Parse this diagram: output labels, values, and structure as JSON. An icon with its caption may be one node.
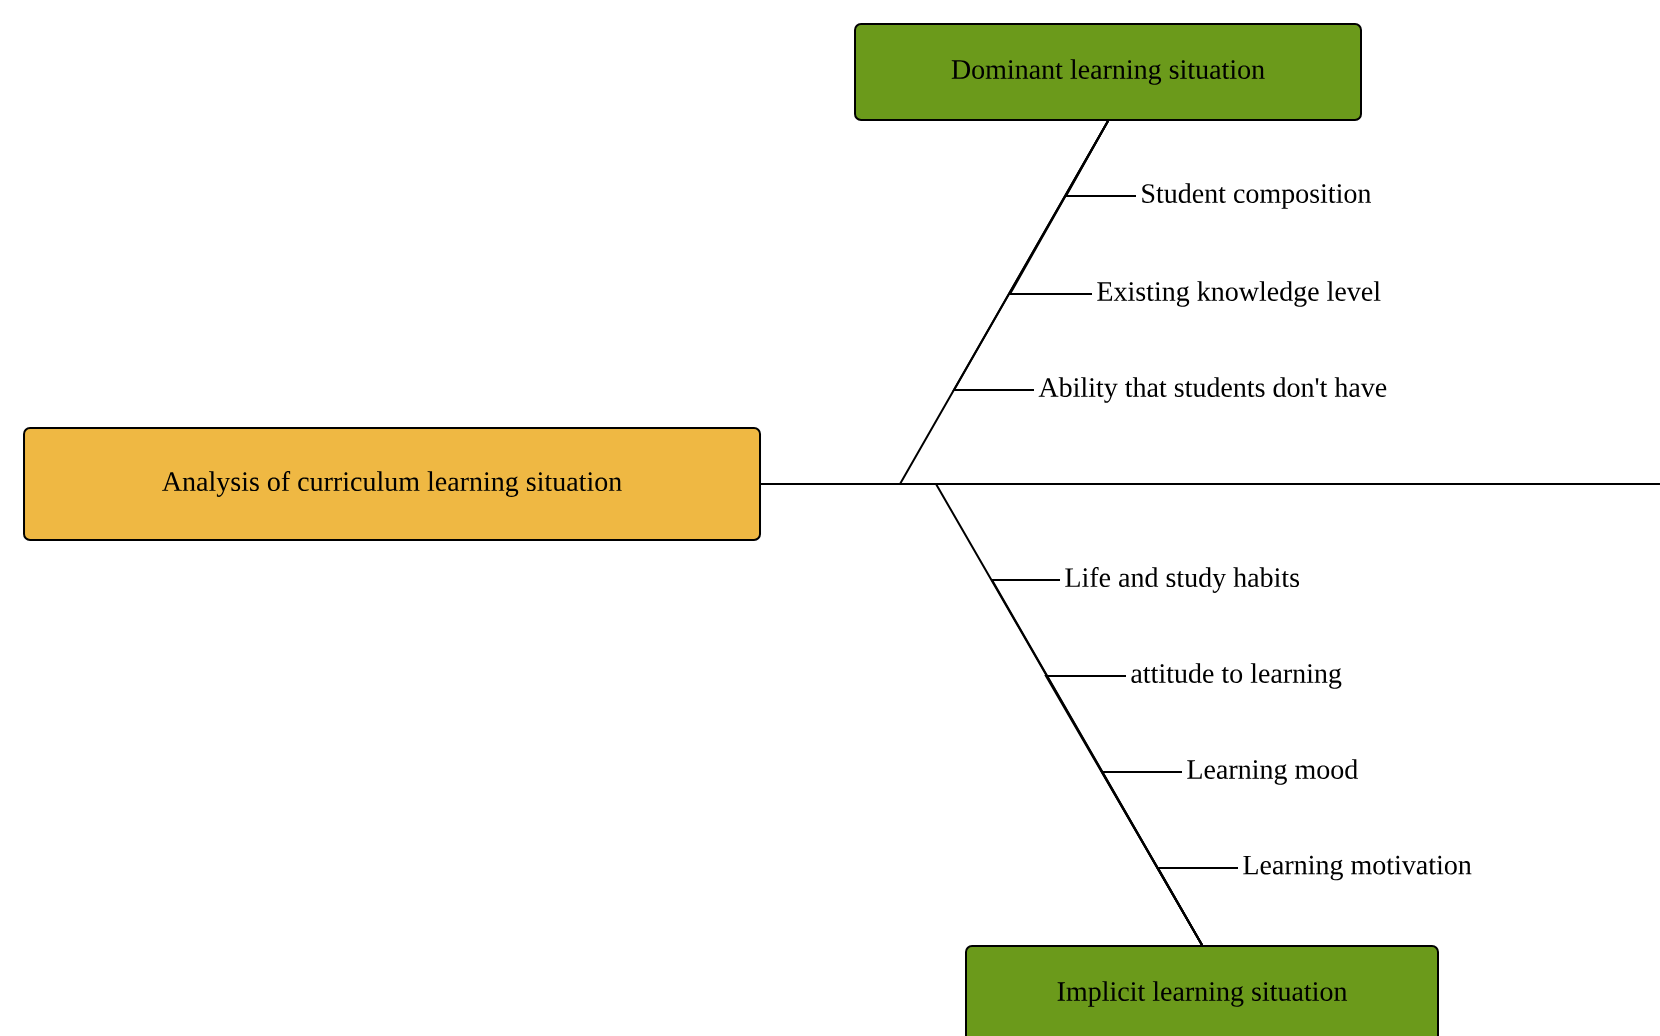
{
  "diagram": {
    "nodes": [
      {
        "text": [
          "Analysis of curriculum learning situation"
        ]
      },
      {
        "text": [
          "Dominant learning situation"
        ]
      },
      {
        "text": [
          "Student composition"
        ]
      },
      {
        "text": [
          "Existing knowledge level"
        ]
      },
      {
        "text": [
          "Ability that students don't have"
        ]
      },
      {
        "text": [
          "Implicit learning situation"
        ]
      },
      {
        "text": [
          "Life and study habits"
        ]
      },
      {
        "text": [
          "attitude to learning"
        ]
      },
      {
        "text": [
          "Learning mood"
        ]
      },
      {
        "text": [
          "Learning motivation"
        ]
      }
    ],
    "edges": [
      {
        "from": 0,
        "to": null,
        "arrow": "none"
      },
      {
        "from": 0,
        "to": 1,
        "arrow": "none"
      },
      {
        "from": 1,
        "to": 2,
        "arrow": "none"
      },
      {
        "from": 1,
        "to": 3,
        "arrow": "none"
      },
      {
        "from": 1,
        "to": 4,
        "arrow": "none"
      },
      {
        "from": 0,
        "to": 5,
        "arrow": "none"
      },
      {
        "from": 5,
        "to": 6,
        "arrow": "none"
      },
      {
        "from": 5,
        "to": 7,
        "arrow": "none"
      },
      {
        "from": 5,
        "to": 8,
        "arrow": "none"
      },
      {
        "from": 5,
        "to": 9,
        "arrow": "none"
      }
    ]
  }
}
